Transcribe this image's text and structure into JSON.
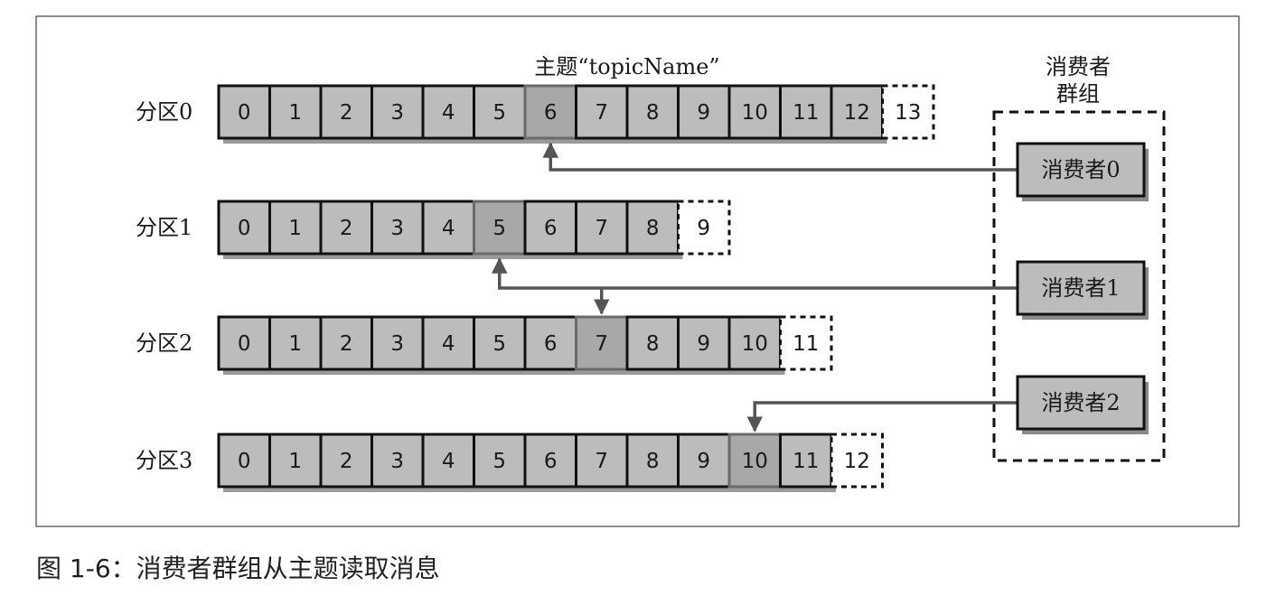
{
  "topic": {
    "title": "主题“topicName”"
  },
  "group": {
    "title_line1": "消费者",
    "title_line2": "群组"
  },
  "partitions": [
    {
      "label": "分区0",
      "offsets": [
        "0",
        "1",
        "2",
        "3",
        "4",
        "5",
        "6",
        "7",
        "8",
        "9",
        "10",
        "11",
        "12",
        "13"
      ],
      "current_index": 6
    },
    {
      "label": "分区1",
      "offsets": [
        "0",
        "1",
        "2",
        "3",
        "4",
        "5",
        "6",
        "7",
        "8",
        "9"
      ],
      "current_index": 5
    },
    {
      "label": "分区2",
      "offsets": [
        "0",
        "1",
        "2",
        "3",
        "4",
        "5",
        "6",
        "7",
        "8",
        "9",
        "10",
        "11"
      ],
      "current_index": 7
    },
    {
      "label": "分区3",
      "offsets": [
        "0",
        "1",
        "2",
        "3",
        "4",
        "5",
        "6",
        "7",
        "8",
        "9",
        "10",
        "11",
        "12"
      ],
      "current_index": 10
    }
  ],
  "consumers": [
    {
      "label": "消费者0",
      "reads_partitions": [
        0
      ]
    },
    {
      "label": "消费者1",
      "reads_partitions": [
        1,
        2
      ]
    },
    {
      "label": "消费者2",
      "reads_partitions": [
        3
      ]
    }
  ],
  "caption": "图 1-6：消费者群组从主题读取消息",
  "colors": {
    "cell_fill": "#bcbcbc",
    "current_cell_fill": "#a8a8a8",
    "cell_border": "#111111",
    "current_cell_border": "#6a6a6a",
    "arrow": "#555555",
    "frame": "#444444"
  }
}
